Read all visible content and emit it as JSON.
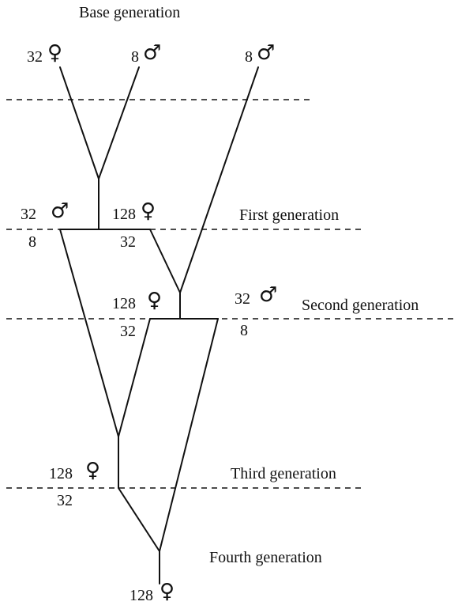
{
  "generations": {
    "base": "Base generation",
    "first": "First generation",
    "second": "Second generation",
    "third": "Third generation",
    "fourth": "Fourth generation"
  },
  "symbols": {
    "female": "♀",
    "male": "♂"
  },
  "individuals": {
    "base_female": {
      "count": "32"
    },
    "base_male_1": {
      "count": "8"
    },
    "base_male_2": {
      "count": "8"
    },
    "first_male": {
      "count": "32",
      "ratio": "8"
    },
    "first_female": {
      "count": "128",
      "ratio": "32"
    },
    "second_female": {
      "count": "128",
      "ratio": "32"
    },
    "second_male": {
      "count": "32",
      "ratio": "8"
    },
    "third_female": {
      "count": "128",
      "ratio": "32"
    },
    "fourth_female": {
      "count": "128"
    }
  }
}
